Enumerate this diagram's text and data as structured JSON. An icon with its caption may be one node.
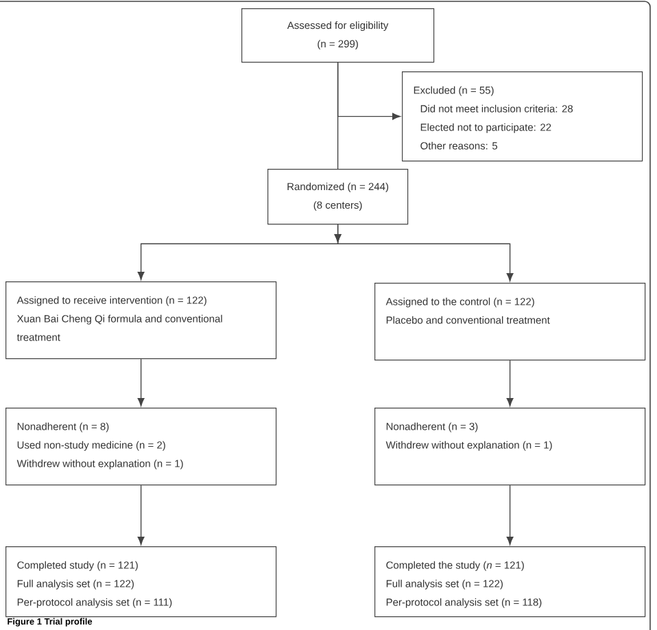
{
  "diagram": {
    "caption": "Figure 1 Trial profile",
    "nodes": [
      {
        "text": [
          "Assessed for eligibility",
          "(n = 299)"
        ]
      },
      {
        "text": [
          "Excluded (n = 55)",
          "Did not meet inclusion criteria: 28",
          "Elected not to participate: 22",
          "Other reasons: 5"
        ]
      },
      {
        "text": [
          "Randomized (n = 244)",
          "(8 centers)"
        ]
      },
      {
        "text": [
          "Assigned to receive intervention (n = 122)",
          "Xuan Bai Cheng Qi formula and conventional treatment"
        ]
      },
      {
        "text": [
          "Assigned to the control (n = 122)",
          "Placebo and conventional treatment"
        ]
      },
      {
        "text": [
          "Nonadherent (n = 8)",
          "Used non-study medicine (n = 2)",
          "Withdrew without explanation (n = 1)"
        ]
      },
      {
        "text": [
          "Nonadherent (n = 3)",
          "Withdrew without explanation (n = 1)"
        ]
      },
      {
        "text": [
          "Completed study (n = 121)",
          "Full analysis set (n = 122)",
          "Per-protocol analysis set (n = 111)"
        ]
      },
      {
        "text": [
          "Completed the study (*n* = 121)",
          "Full analysis set (n = 122)",
          "Per-protocol analysis set (n = 118)"
        ]
      }
    ],
    "edges": [
      {
        "from": 0,
        "to": 2,
        "arrow": "none"
      },
      {
        "from": 0,
        "to": 1,
        "arrow": "to"
      },
      {
        "from": 2,
        "to": 3,
        "arrow": "to"
      },
      {
        "from": 2,
        "to": 4,
        "arrow": "to"
      },
      {
        "from": 3,
        "to": 5,
        "arrow": "to"
      },
      {
        "from": 4,
        "to": 6,
        "arrow": "to"
      },
      {
        "from": 5,
        "to": 7,
        "arrow": "to"
      },
      {
        "from": 6,
        "to": 8,
        "arrow": "to"
      }
    ]
  }
}
